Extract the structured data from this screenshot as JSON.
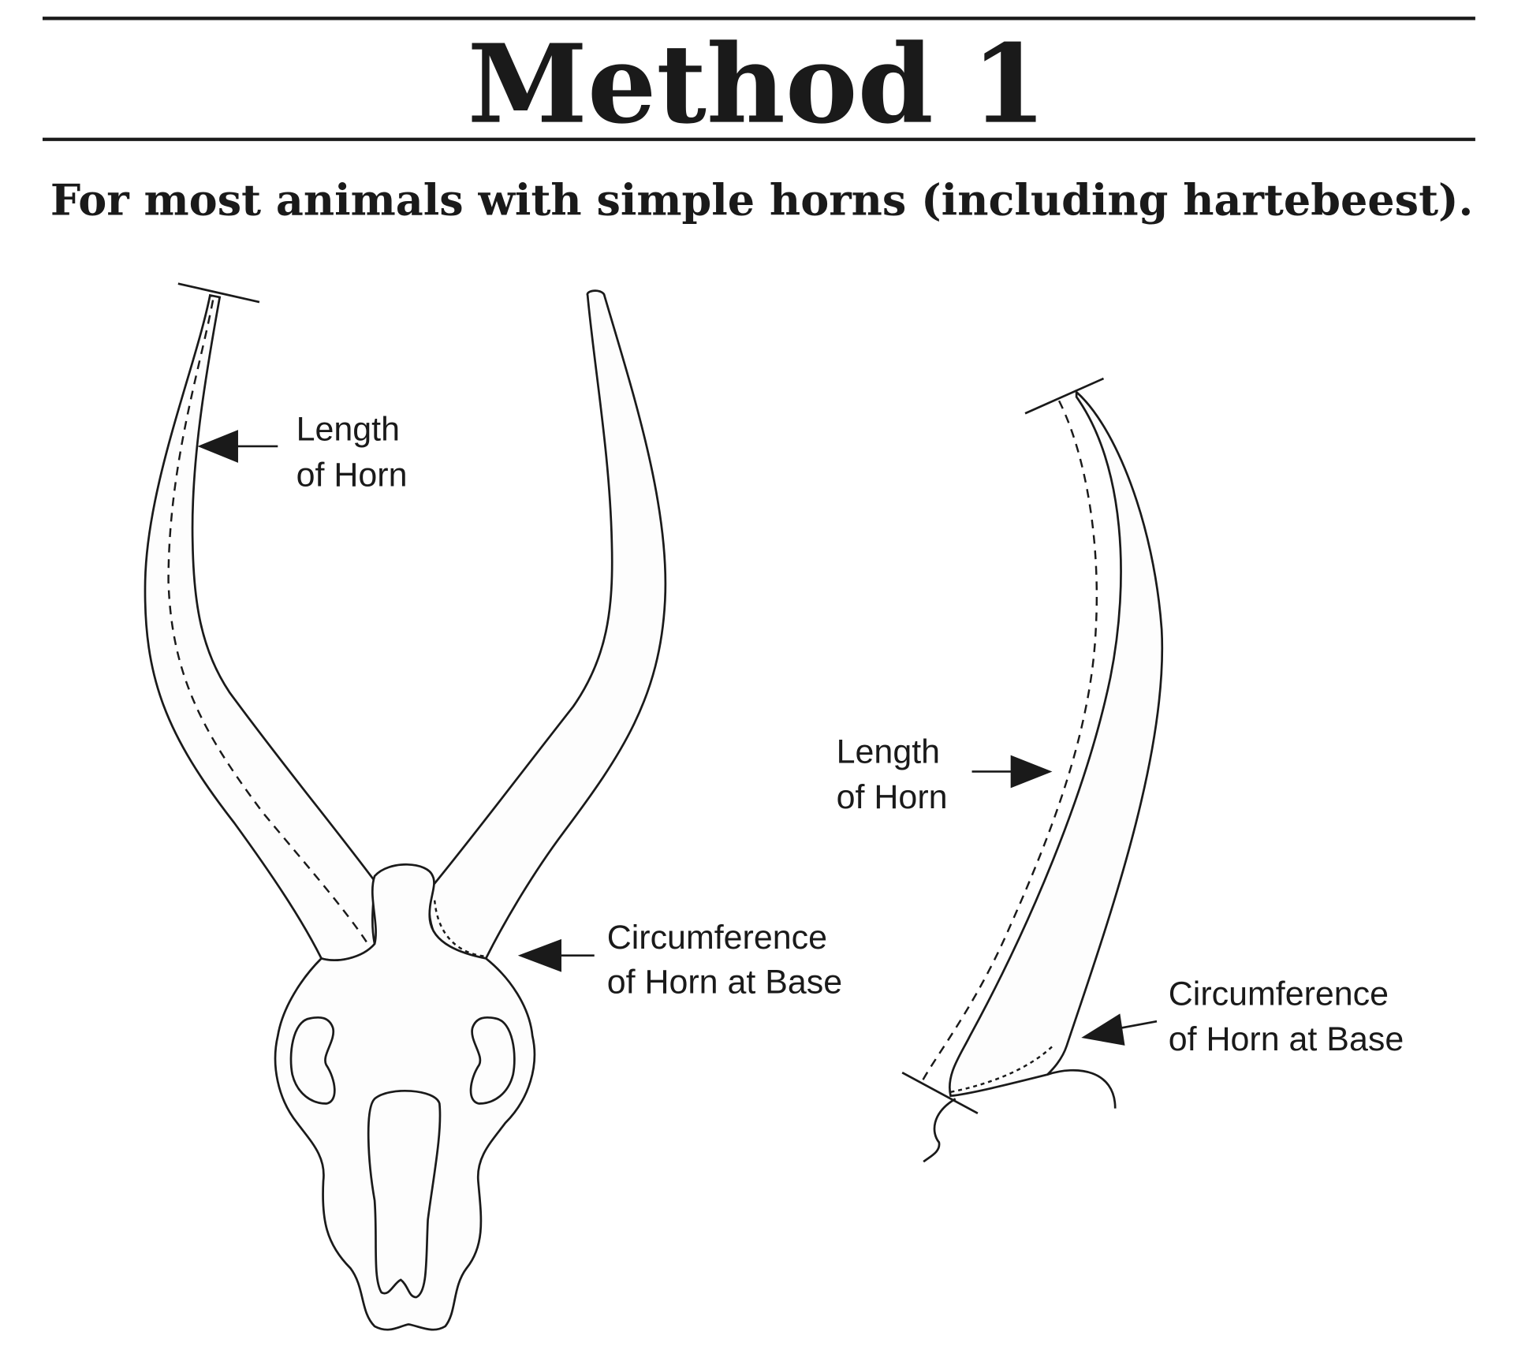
{
  "title": "Method 1",
  "subtitle": "For most animals with simple horns (including hartebeest).",
  "front_view": {
    "length_label": [
      "Length",
      "of Horn"
    ],
    "circumference_label": [
      "Circumference",
      "of Horn at Base"
    ]
  },
  "side_view": {
    "length_label": [
      "Length",
      "of Horn"
    ],
    "circumference_label": [
      "Circumference",
      "of Horn at Base"
    ]
  }
}
